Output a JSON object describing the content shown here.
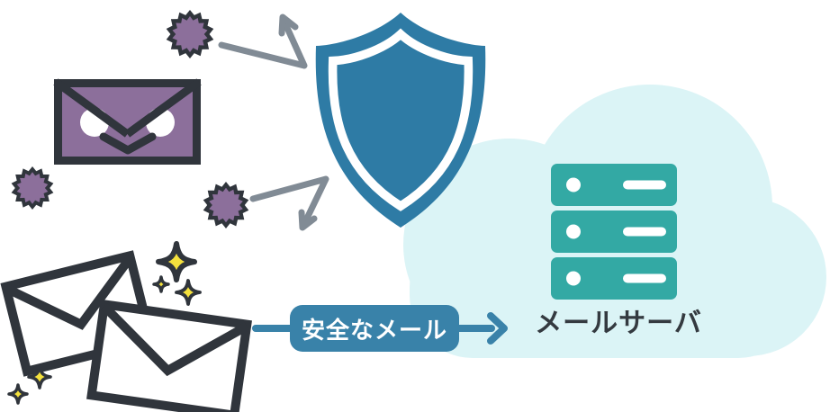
{
  "diagram_title": "email-security-flow",
  "labels": {
    "safe_mail": "安全なメール",
    "mail_server": "メールサーバ"
  },
  "icons": [
    "malicious-email-icon",
    "virus-icon",
    "shield-icon",
    "deflect-arrow-icon",
    "safe-envelopes-icon",
    "sparkle-icon",
    "cloud-shape",
    "mail-server-icon",
    "safe-mail-arrow-icon"
  ],
  "colors": {
    "shield_blue": "#2E7BA5",
    "badge_blue": "#3982A9",
    "arrow_blue": "#3982A9",
    "cloud_cyan": "#DBF4F6",
    "server_teal": "#33A9A4",
    "malware_purple": "#8C6F9B",
    "outline_dark": "#30353C",
    "deflect_gray": "#818B95",
    "sparkle_yellow": "#F4E13D",
    "label_dark": "#343A40",
    "envelope_white": "#FFFFFF"
  }
}
